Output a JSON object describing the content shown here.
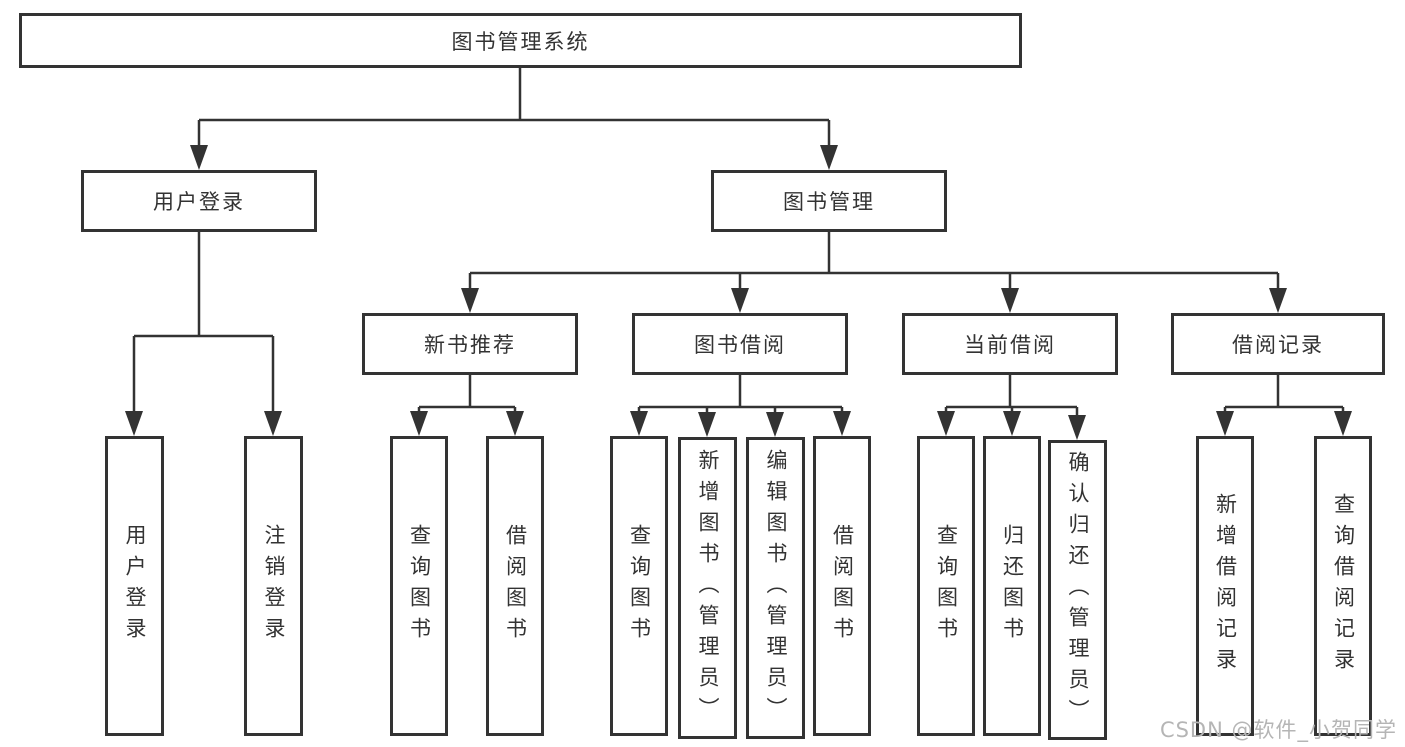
{
  "tree": {
    "root": {
      "label": "图书管理系统"
    },
    "branches": [
      {
        "label": "用户登录",
        "children": [
          {
            "label": "用户登录"
          },
          {
            "label": "注销登录"
          }
        ]
      },
      {
        "label": "图书管理",
        "children": [
          {
            "label": "新书推荐",
            "children": [
              {
                "label": "查询图书"
              },
              {
                "label": "借阅图书"
              }
            ]
          },
          {
            "label": "图书借阅",
            "children": [
              {
                "label": "查询图书"
              },
              {
                "label": "新增图书（管理员）"
              },
              {
                "label": "编辑图书（管理员）"
              },
              {
                "label": "借阅图书"
              }
            ]
          },
          {
            "label": "当前借阅",
            "children": [
              {
                "label": "查询图书"
              },
              {
                "label": "归还图书"
              },
              {
                "label": "确认归还（管理员）"
              }
            ]
          },
          {
            "label": "借阅记录",
            "children": [
              {
                "label": "新增借阅记录"
              },
              {
                "label": "查询借阅记录"
              }
            ]
          }
        ]
      }
    ]
  },
  "watermark": "CSDN @软件_小贺同学",
  "colors": {
    "line": "#333333",
    "box_border": "#333333",
    "box_background": "#ffffff",
    "text": "#333333",
    "watermark": "#b5b5b5",
    "background": "#ffffff"
  }
}
